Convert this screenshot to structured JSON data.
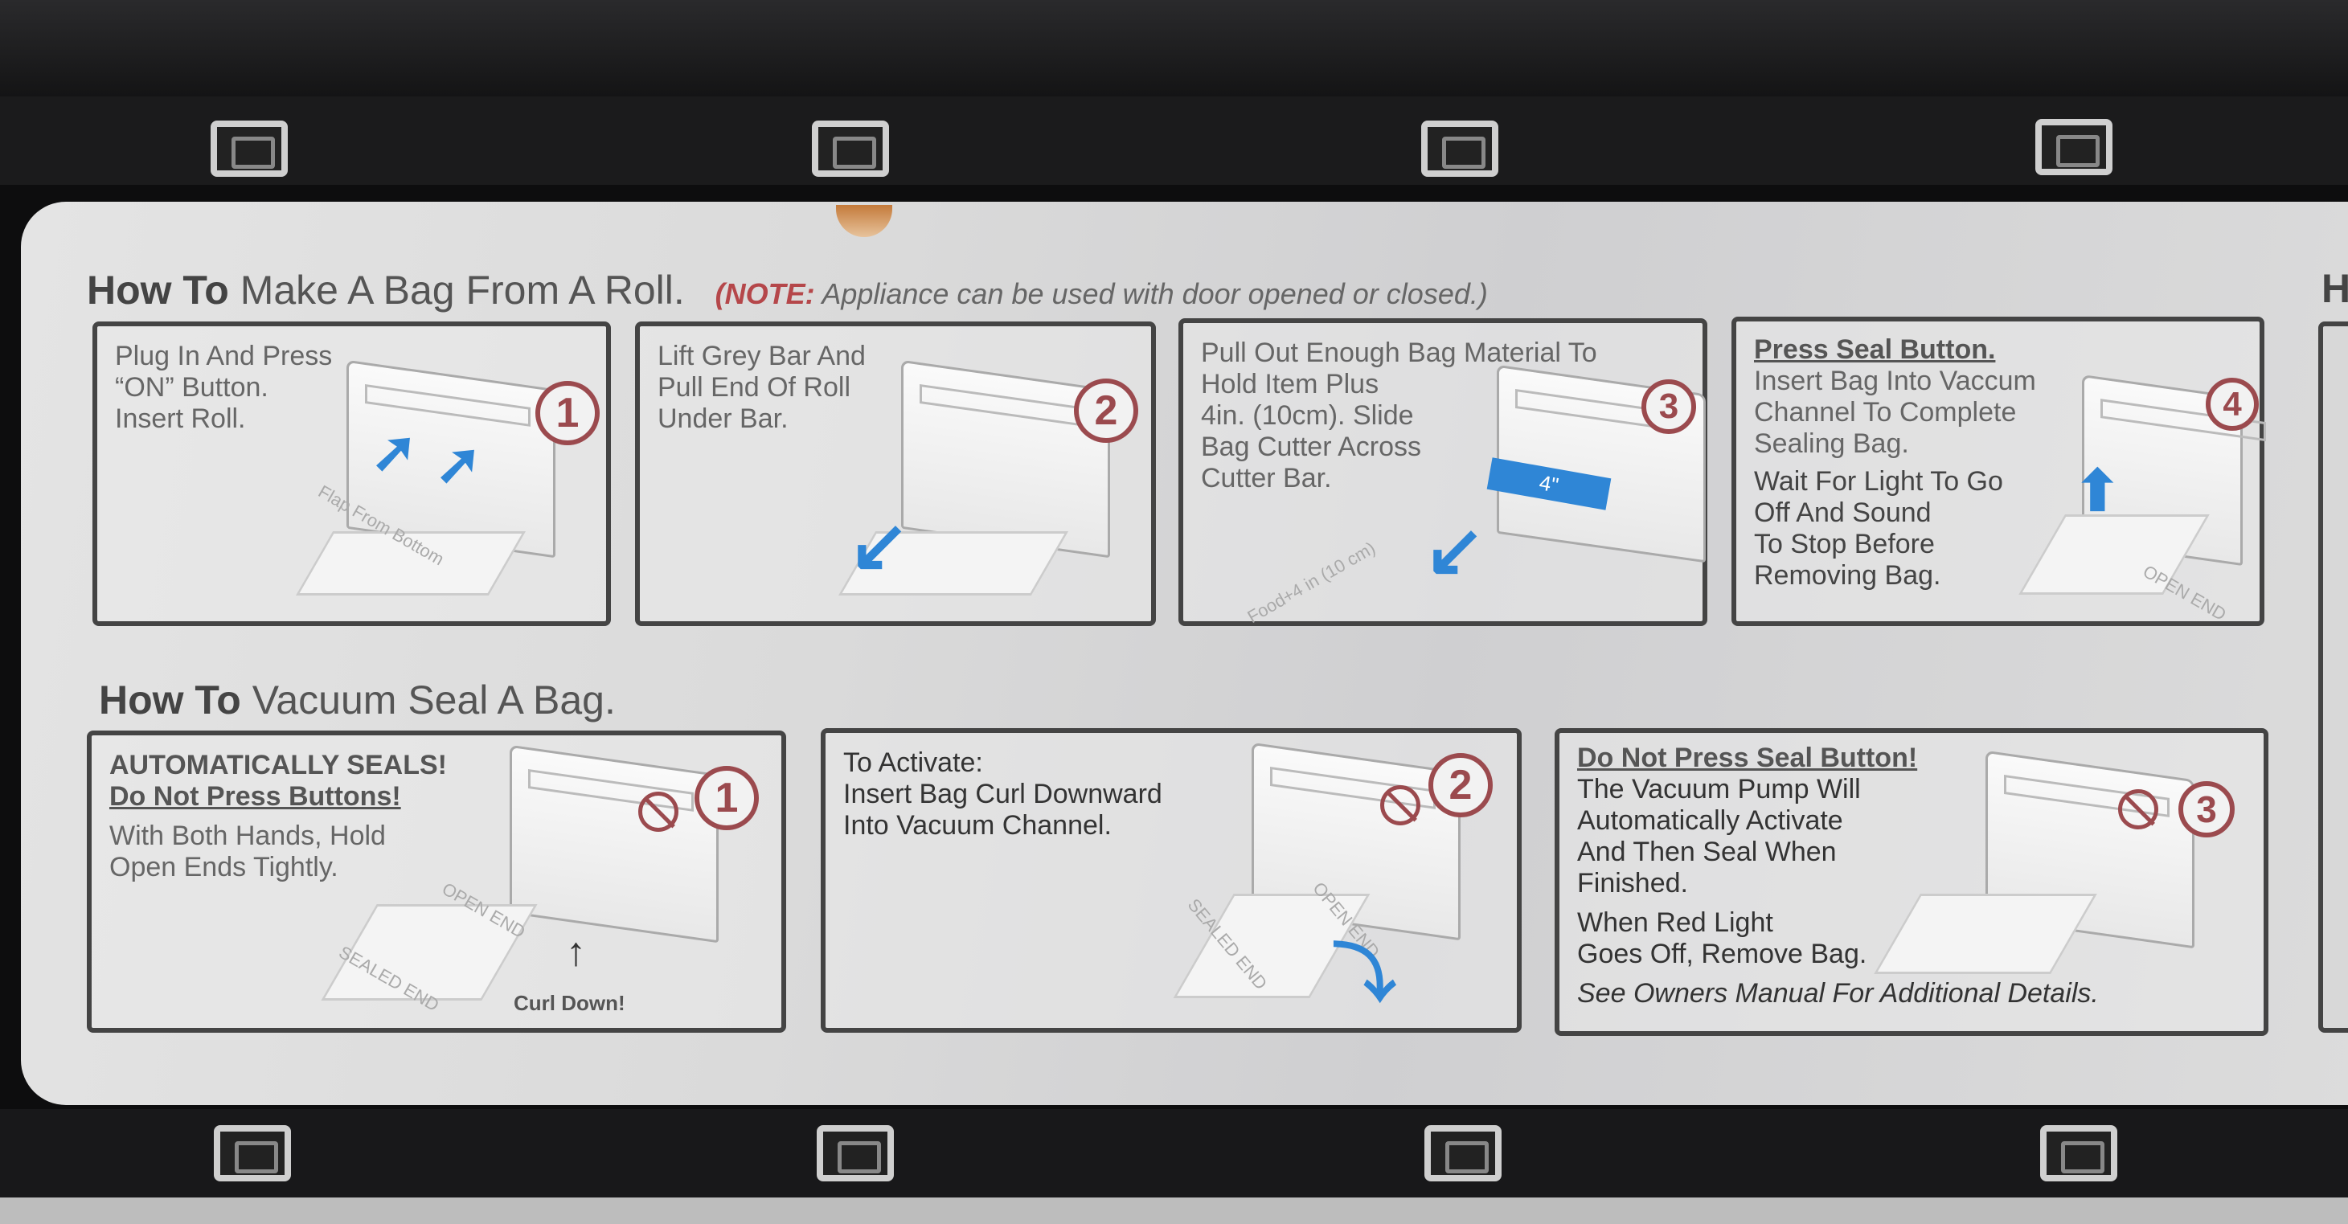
{
  "section1": {
    "title_bold": "How To",
    "title_rest": "Make A Bag From A Roll.",
    "note_label": "(NOTE:",
    "note_text": "Appliance can be used with door opened or closed.)",
    "steps": [
      {
        "number": "1",
        "lines": [
          "Plug In And Press",
          "“ON” Button.",
          "Insert Roll."
        ],
        "illustration_label": "Flap From Bottom"
      },
      {
        "number": "2",
        "lines": [
          "Lift Grey Bar And",
          "Pull End Of Roll",
          "Under Bar."
        ]
      },
      {
        "number": "3",
        "lines": [
          "Pull Out Enough Bag Material To",
          "Hold Item Plus",
          "4in. (10cm). Slide",
          "Bag Cutter Across",
          "Cutter Bar."
        ],
        "illustration_label": "Food+4 in (10 cm)",
        "measure_label": "4\""
      },
      {
        "number": "4",
        "heading": "Press Seal Button.",
        "lines": [
          "Insert Bag Into Vaccum",
          "Channel To Complete",
          "Sealing Bag."
        ],
        "lines2": [
          "Wait For Light To Go",
          "Off And Sound",
          "To Stop Before",
          "Removing Bag."
        ],
        "illustration_label": "OPEN END"
      }
    ]
  },
  "section2": {
    "title_bold": "How To",
    "title_rest": "Vacuum Seal A Bag.",
    "steps": [
      {
        "number": "1",
        "heading": "AUTOMATICALLY SEALS!",
        "subheading": "Do Not Press Buttons!",
        "lines": [
          "With Both Hands, Hold",
          "Open Ends Tightly."
        ],
        "labels": [
          "OPEN END",
          "SEALED END",
          "Curl Down!"
        ]
      },
      {
        "number": "2",
        "lines": [
          "To Activate:",
          "Insert Bag Curl Downward",
          "Into Vacuum Channel."
        ],
        "labels": [
          "OPEN END",
          "SEALED END"
        ]
      },
      {
        "number": "3",
        "heading": "Do Not Press Seal Button!",
        "lines": [
          "The Vacuum Pump Will",
          "Automatically Activate",
          "And Then Seal When",
          "Finished."
        ],
        "lines2": [
          "When Red Light",
          "Goes Off, Remove Bag."
        ],
        "footer": "See Owners Manual For Additional Details."
      }
    ]
  },
  "partial_title": "H",
  "colors": {
    "accent_red": "#9b4a4e",
    "arrow_blue": "#2f86d6",
    "frame": "#0d0d0e"
  }
}
